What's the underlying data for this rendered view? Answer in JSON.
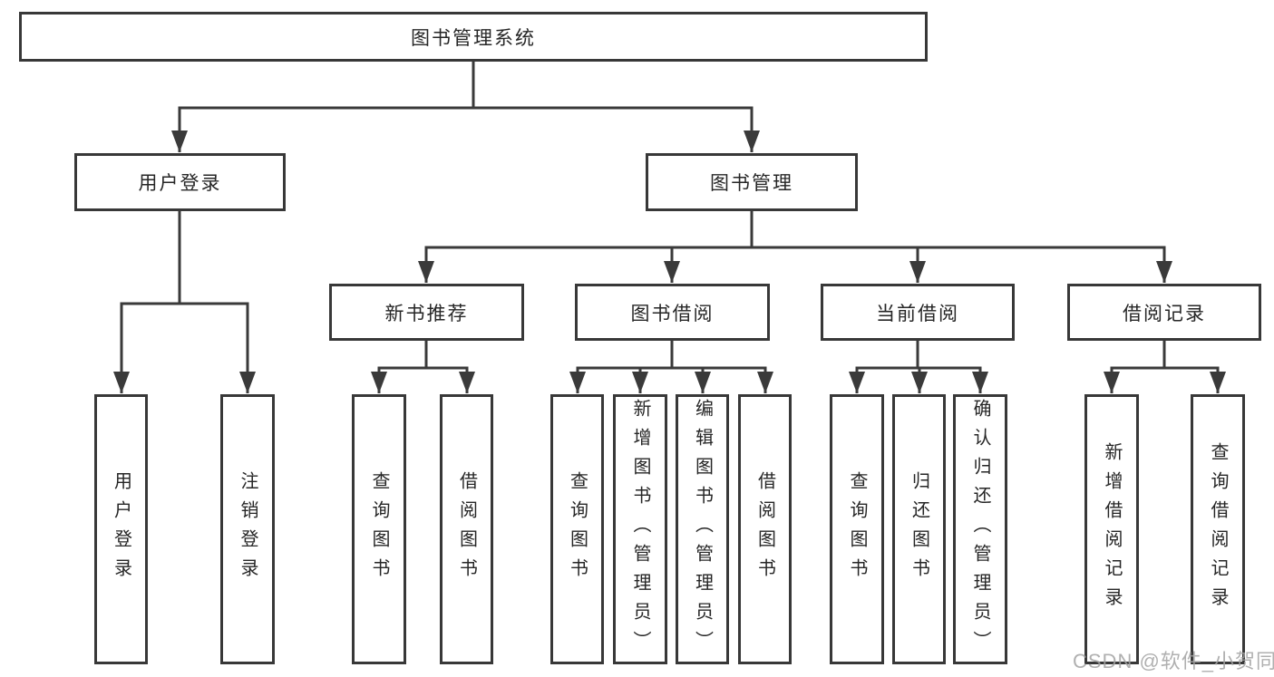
{
  "colors": {
    "background": "#ffffff",
    "line": "#3a3a3a",
    "box_border": "#383838",
    "text": "#262626",
    "watermark": "#a2a2a2"
  },
  "tree": {
    "root": {
      "label": "图书管理系统"
    },
    "user_login_branch": {
      "label": "用户登录",
      "children": [
        {
          "label": "用户登录"
        },
        {
          "label": "注销登录"
        }
      ]
    },
    "book_mgmt_branch": {
      "label": "图书管理",
      "sections": [
        {
          "label": "新书推荐",
          "children": [
            {
              "label": "查询图书"
            },
            {
              "label": "借阅图书"
            }
          ]
        },
        {
          "label": "图书借阅",
          "children": [
            {
              "label": "查询图书"
            },
            {
              "label": "新增图书（管理员）"
            },
            {
              "label": "编辑图书（管理员）"
            },
            {
              "label": "借阅图书"
            }
          ]
        },
        {
          "label": "当前借阅",
          "children": [
            {
              "label": "查询图书"
            },
            {
              "label": "归还图书"
            },
            {
              "label": "确认归还（管理员）"
            }
          ]
        },
        {
          "label": "借阅记录",
          "children": [
            {
              "label": "新增借阅记录"
            },
            {
              "label": "查询借阅记录"
            }
          ]
        }
      ]
    }
  },
  "watermark": {
    "text": "CSDN @软件_小贺同学"
  }
}
